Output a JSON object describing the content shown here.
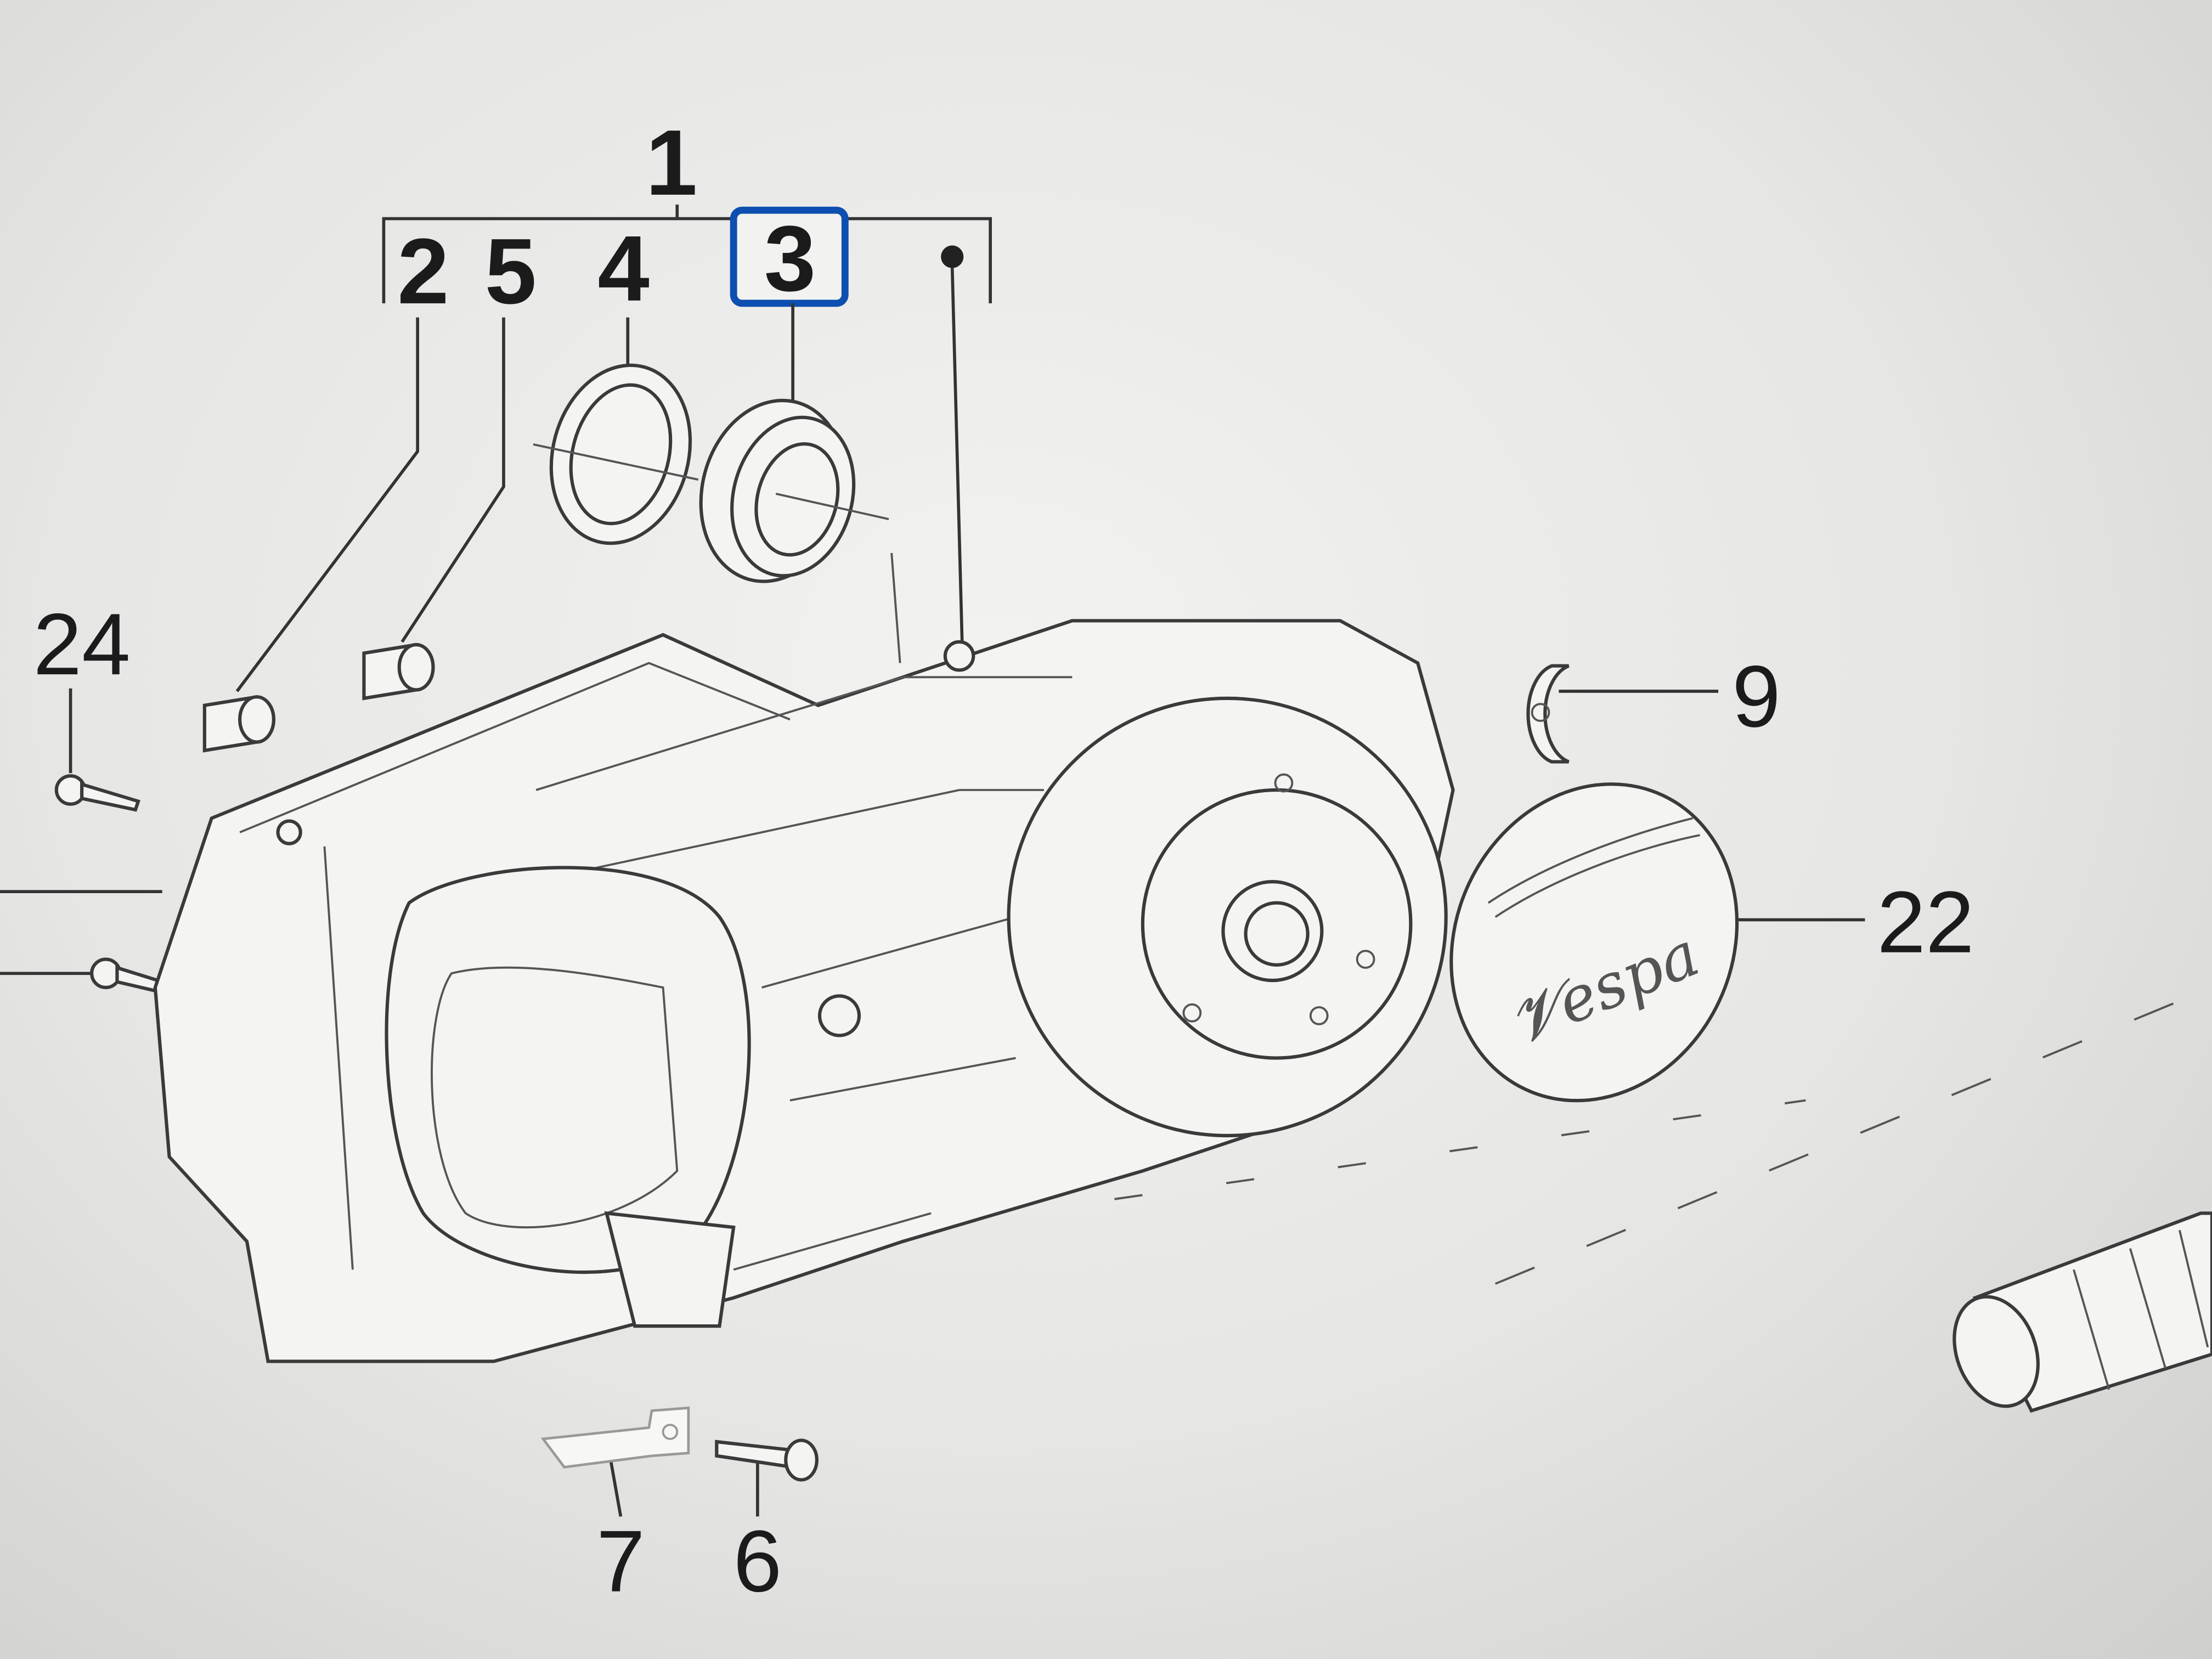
{
  "diagram": {
    "callouts": {
      "assembly": "1",
      "pin_a": "2",
      "pin_b": "5",
      "seal": "4",
      "bearing": "3",
      "screw_top": "24",
      "plug": "9",
      "cover_cap": "22",
      "bracket": "7",
      "bolt": "6"
    },
    "highlighted_callout": "3",
    "highlight_color": "#0d4fb0",
    "cover_logo": "Vespa"
  }
}
